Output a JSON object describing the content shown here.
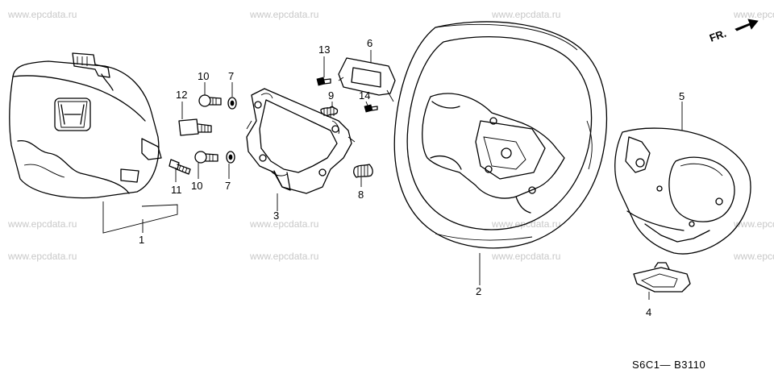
{
  "watermark": "www.epcdata.ru",
  "direction_arrow": {
    "label": "FR."
  },
  "diagram_code": "S6C1— B3110",
  "callouts": [
    {
      "id": "1",
      "label": "1"
    },
    {
      "id": "2",
      "label": "2"
    },
    {
      "id": "3",
      "label": "3"
    },
    {
      "id": "4",
      "label": "4"
    },
    {
      "id": "5",
      "label": "5"
    },
    {
      "id": "6",
      "label": "6"
    },
    {
      "id": "7a",
      "label": "7"
    },
    {
      "id": "7b",
      "label": "7"
    },
    {
      "id": "8",
      "label": "8"
    },
    {
      "id": "9",
      "label": "9"
    },
    {
      "id": "10a",
      "label": "10"
    },
    {
      "id": "10b",
      "label": "10"
    },
    {
      "id": "11",
      "label": "11"
    },
    {
      "id": "12",
      "label": "12"
    },
    {
      "id": "13",
      "label": "13"
    },
    {
      "id": "14",
      "label": "14"
    }
  ]
}
